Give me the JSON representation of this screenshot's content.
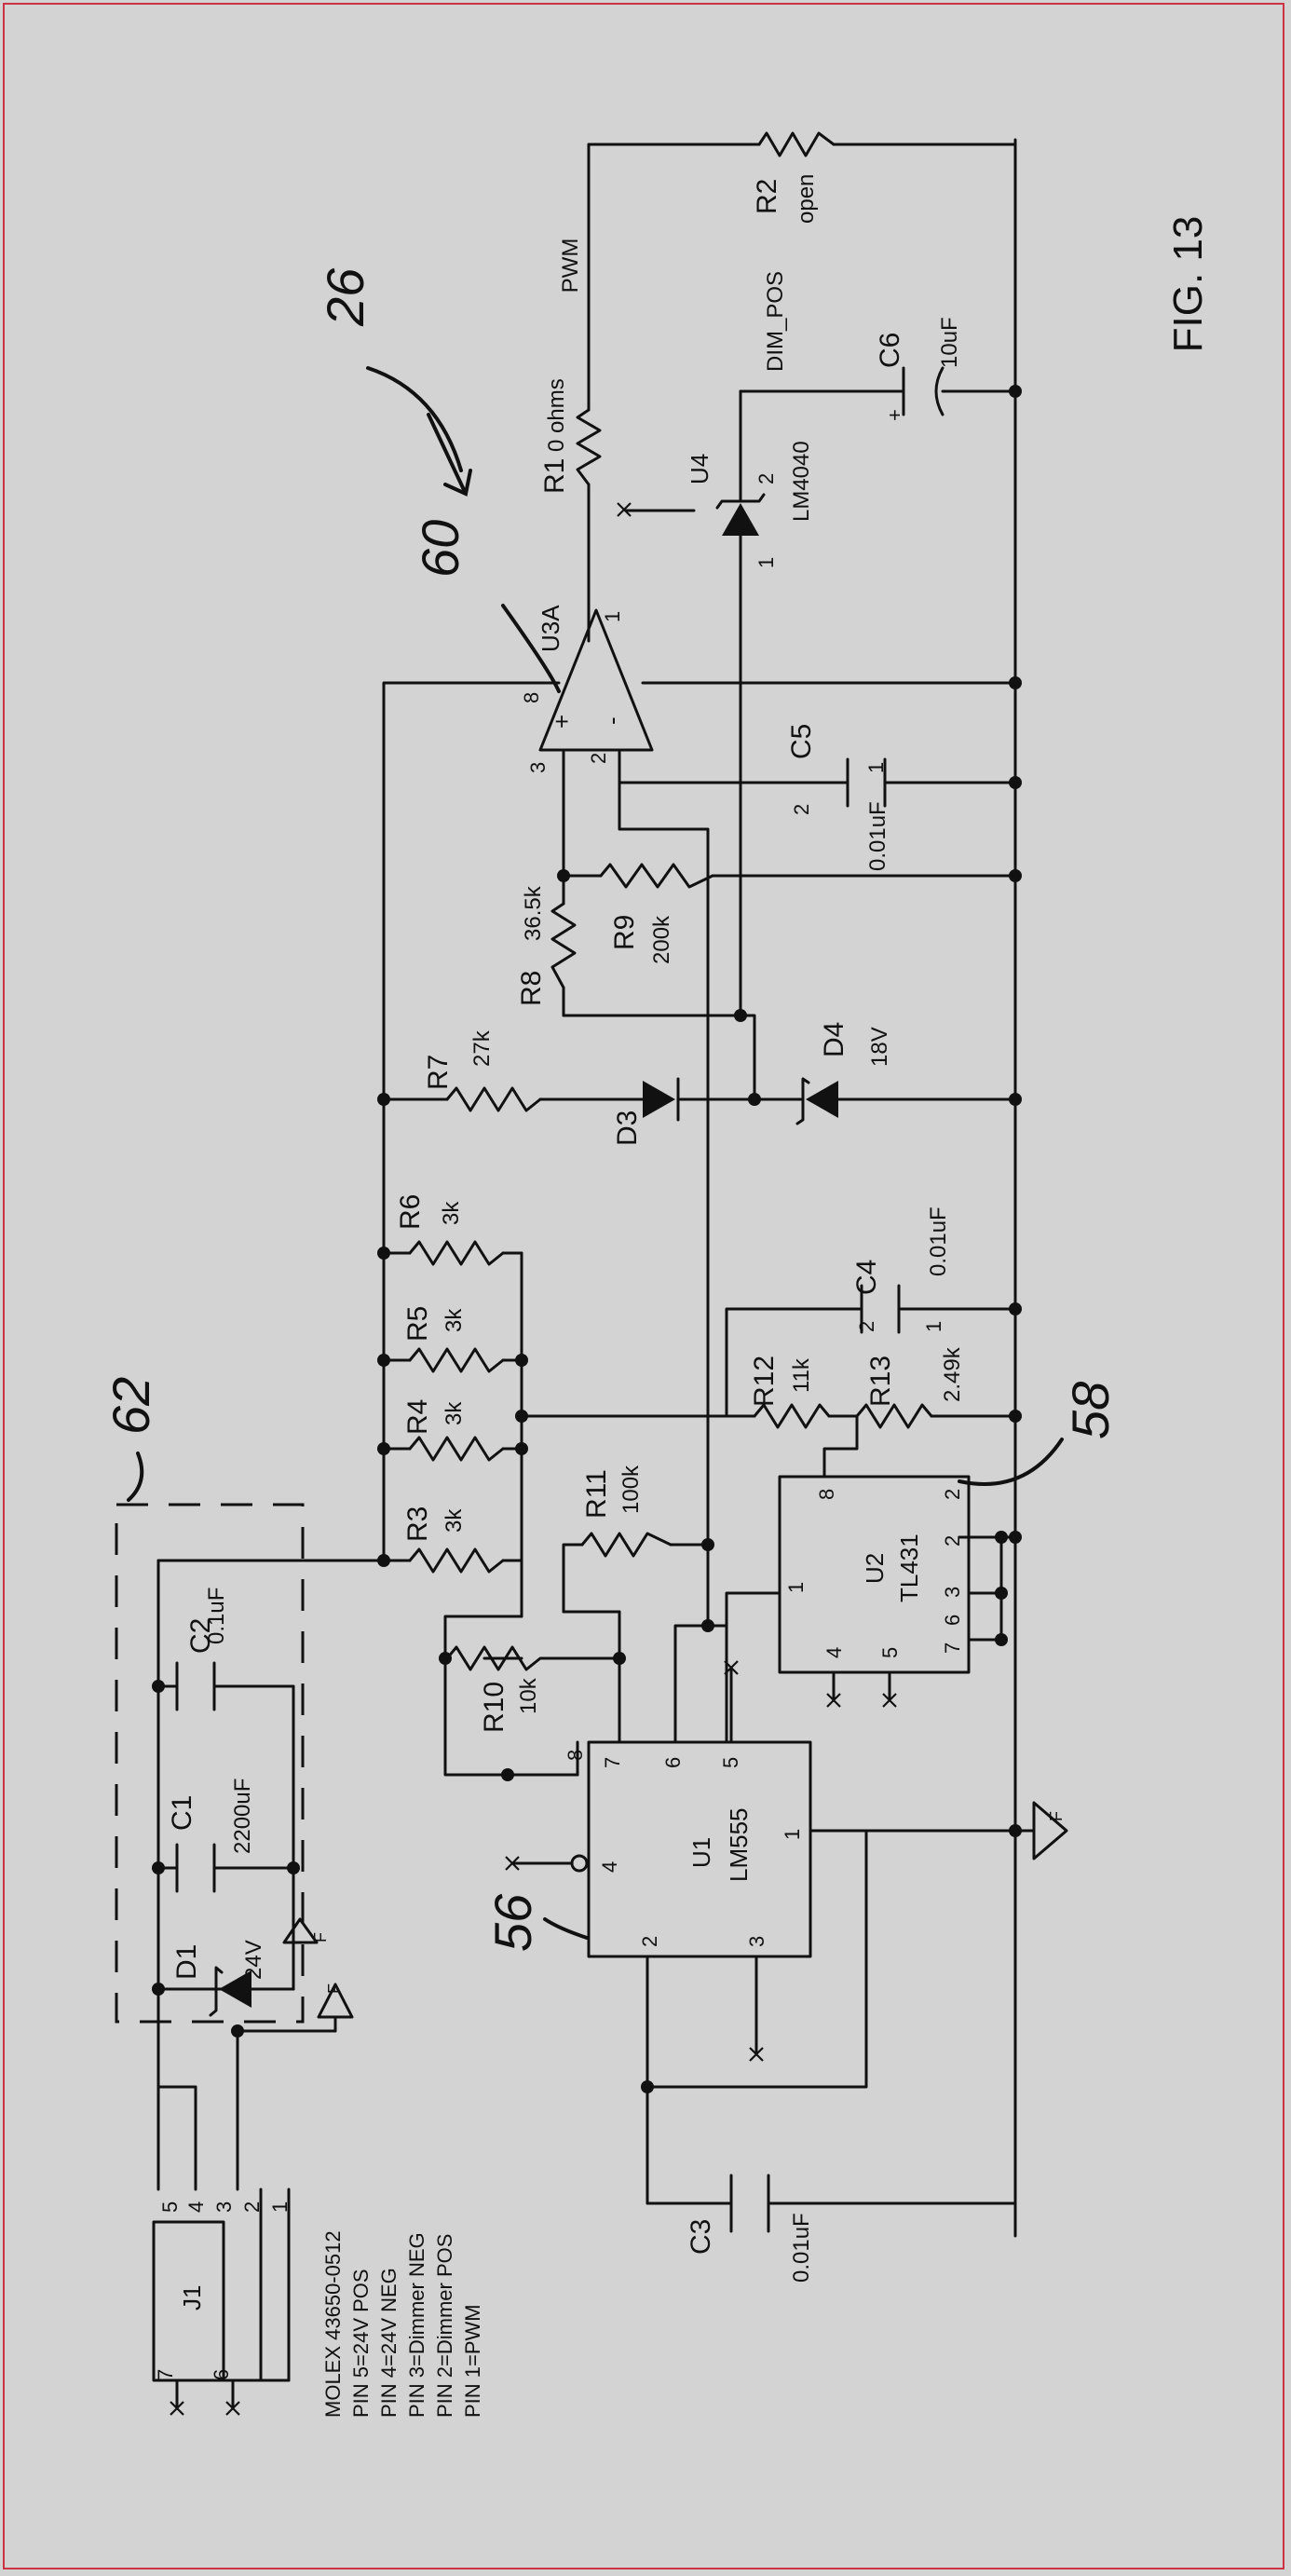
{
  "figure": {
    "title": "FIG. 13"
  },
  "refs": {
    "r26": "26",
    "r60": "60",
    "r62": "62",
    "r58": "58",
    "r56": "56"
  },
  "nets": {
    "pwm": "PWM",
    "dim_pos": "DIM_POS",
    "ground": "F"
  },
  "components": {
    "R1": {
      "ref": "R1",
      "value": "0 ohms"
    },
    "R2": {
      "ref": "R2",
      "value": "open"
    },
    "R3": {
      "ref": "R3",
      "value": "3k"
    },
    "R4": {
      "ref": "R4",
      "value": "3k"
    },
    "R5": {
      "ref": "R5",
      "value": "3k"
    },
    "R6": {
      "ref": "R6",
      "value": "3k"
    },
    "R7": {
      "ref": "R7",
      "value": "27k"
    },
    "R8": {
      "ref": "R8",
      "value": "36.5k"
    },
    "R9": {
      "ref": "R9",
      "value": "200k"
    },
    "R10": {
      "ref": "R10",
      "value": "10k"
    },
    "R11": {
      "ref": "R11",
      "value": "100k"
    },
    "R12": {
      "ref": "R12",
      "value": "11k"
    },
    "R13": {
      "ref": "R13",
      "value": "2.49k"
    },
    "C1": {
      "ref": "C1",
      "value": "2200uF"
    },
    "C2": {
      "ref": "C2",
      "value": "0.1uF"
    },
    "C3": {
      "ref": "C3",
      "value": "0.01uF"
    },
    "C4": {
      "ref": "C4",
      "value": "0.01uF"
    },
    "C5": {
      "ref": "C5",
      "value": "0.01uF"
    },
    "C6": {
      "ref": "C6",
      "value": "10uF"
    },
    "D1": {
      "ref": "D1",
      "value": "24V"
    },
    "D3": {
      "ref": "D3"
    },
    "D4": {
      "ref": "D4",
      "value": "18V"
    },
    "U1": {
      "ref": "U1",
      "value": "LM555"
    },
    "U2": {
      "ref": "U2",
      "value": "TL431"
    },
    "U3": {
      "ref": "U3A"
    },
    "U4": {
      "ref": "U4",
      "value": "LM4040"
    },
    "J1": {
      "ref": "J1"
    }
  },
  "pins": {
    "u1": {
      "p8": "8",
      "p7": "7",
      "p6": "6",
      "p5": "5",
      "p4": "4",
      "p1": "1",
      "p2": "2",
      "p3": "3"
    },
    "u2": {
      "p8": "8",
      "p1": "1",
      "p2a": "2",
      "p2b": "2",
      "p3": "3",
      "p6": "6",
      "p7": "7",
      "p4": "4",
      "p5": "5"
    },
    "u3": {
      "p8": "8",
      "p1": "1",
      "p3": "3",
      "p2": "2",
      "plus": "+",
      "minus": "-"
    },
    "u4": {
      "p1": "1",
      "p2": "2"
    },
    "c4": {
      "p1": "1",
      "p2": "2"
    },
    "c5": {
      "p1": "1",
      "p2": "2"
    },
    "c6": {
      "plus": "+"
    },
    "j1": {
      "p7": "7",
      "p6": "6",
      "p5": "5",
      "p4": "4",
      "p3": "3",
      "p2": "2",
      "p1": "1"
    }
  },
  "connector_notes": [
    "MOLEX 43650-0512",
    "PIN 5=24V POS",
    "PIN  4=24V NEG",
    "PIN 3=Dimmer NEG",
    "PIN 2=Dimmer POS",
    "PIN 1=PWM"
  ],
  "no_connect": "x"
}
